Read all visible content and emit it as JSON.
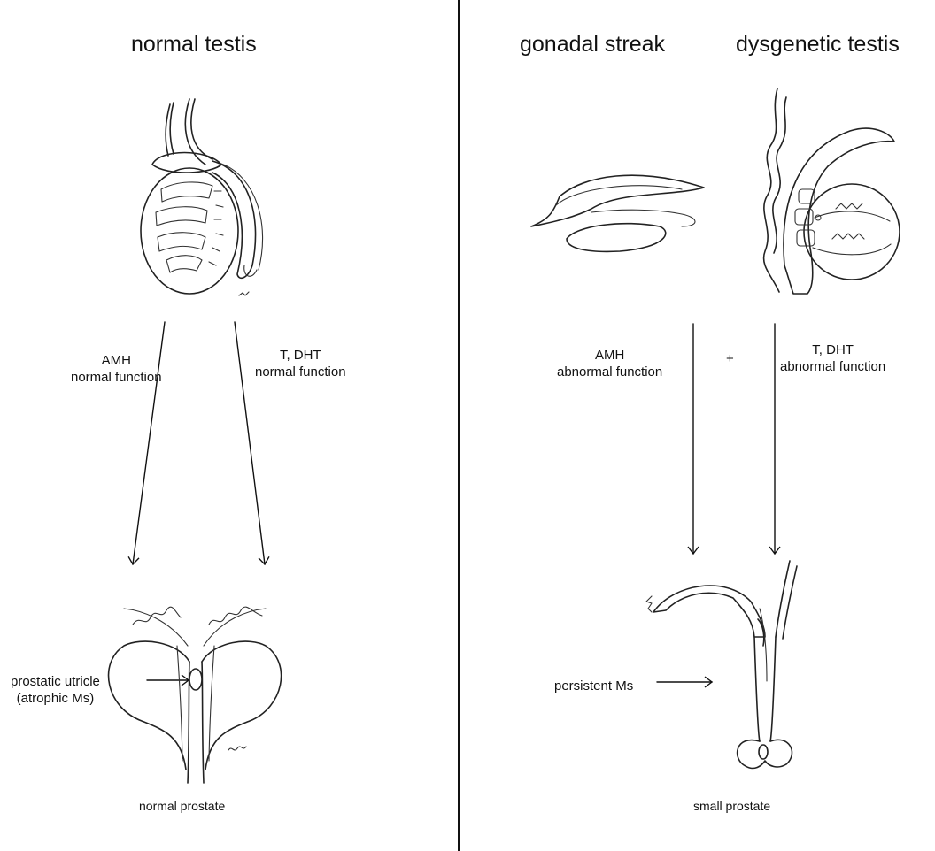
{
  "left_panel": {
    "title": "normal testis",
    "amh": {
      "line1": "AMH",
      "line2": "normal function"
    },
    "hormones": {
      "line1": "T, DHT",
      "line2": "normal function"
    },
    "utricle": {
      "line1": "prostatic utricle",
      "line2": "(atrophic Ms)"
    },
    "caption": "normal prostate"
  },
  "right_panel": {
    "title_left": "gonadal streak",
    "title_right": "dysgenetic testis",
    "amh": {
      "line1": "AMH",
      "line2": "abnormal function"
    },
    "plus": "+",
    "hormones": {
      "line1": "T, DHT",
      "line2": "abnormal function"
    },
    "persistent": "persistent Ms",
    "caption": "small prostate"
  },
  "icons": [
    "normal-testis-drawing",
    "gonadal-streak-drawing",
    "dysgenetic-testis-drawing",
    "normal-prostate-drawing",
    "small-prostate-drawing",
    "arrow"
  ]
}
